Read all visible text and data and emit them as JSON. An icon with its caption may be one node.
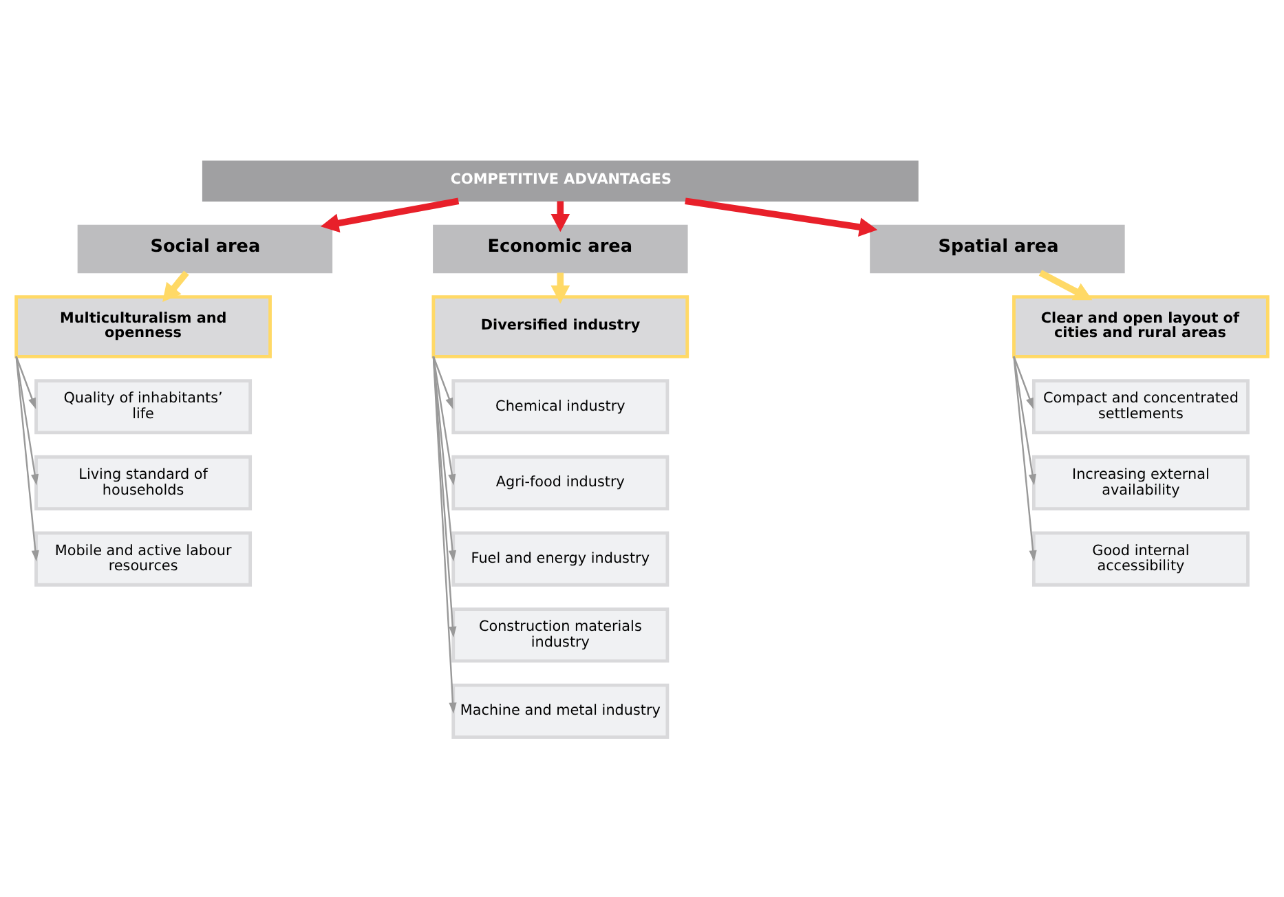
{
  "diagram": {
    "nodes": [
      {
        "text": [
          "COMPETITIVE ADVANTAGES"
        ]
      },
      {
        "text": [
          "Social area"
        ]
      },
      {
        "text": [
          "Economic area"
        ]
      },
      {
        "text": [
          "Spatial area"
        ]
      },
      {
        "text": [
          "Multiculturalism and openness"
        ]
      },
      {
        "text": [
          "Diversified industry"
        ]
      },
      {
        "text": [
          "Clear and open layout of cities and rural areas"
        ]
      },
      {
        "text": [
          "Quality of inhabitants’ life"
        ]
      },
      {
        "text": [
          "Living standard of households"
        ]
      },
      {
        "text": [
          "Mobile and active labour resources"
        ]
      },
      {
        "text": [
          "Chemical industry"
        ]
      },
      {
        "text": [
          "Agri-food industry"
        ]
      },
      {
        "text": [
          "Fuel and energy industry"
        ]
      },
      {
        "text": [
          "Construction materials industry"
        ]
      },
      {
        "text": [
          "Machine and metal industry"
        ]
      },
      {
        "text": [
          "Compact and concentrated settlements"
        ]
      },
      {
        "text": [
          "Increasing external availability"
        ]
      },
      {
        "text": [
          "Good internal accessibility"
        ]
      }
    ],
    "edges": [
      {
        "from": 0,
        "to": 1,
        "arrow": "to",
        "style": "thick",
        "color": "#e8202a"
      },
      {
        "from": 0,
        "to": 2,
        "arrow": "to",
        "style": "thick",
        "color": "#e8202a"
      },
      {
        "from": 0,
        "to": 3,
        "arrow": "to",
        "style": "thick",
        "color": "#e8202a"
      },
      {
        "from": 1,
        "to": 4,
        "arrow": "to",
        "style": "thick",
        "color": "#ffd966"
      },
      {
        "from": 2,
        "to": 5,
        "arrow": "to",
        "style": "thick",
        "color": "#ffd966"
      },
      {
        "from": 3,
        "to": 6,
        "arrow": "to",
        "style": "thick",
        "color": "#ffd966"
      },
      {
        "from": 4,
        "to": 7,
        "arrow": "to"
      },
      {
        "from": 4,
        "to": 8,
        "arrow": "to"
      },
      {
        "from": 4,
        "to": 9,
        "arrow": "to"
      },
      {
        "from": 5,
        "to": 10,
        "arrow": "to"
      },
      {
        "from": 5,
        "to": 11,
        "arrow": "to"
      },
      {
        "from": 5,
        "to": 12,
        "arrow": "to"
      },
      {
        "from": 5,
        "to": 13,
        "arrow": "to"
      },
      {
        "from": 5,
        "to": 14,
        "arrow": "to"
      },
      {
        "from": 6,
        "to": 15,
        "arrow": "to"
      },
      {
        "from": 6,
        "to": 16,
        "arrow": "to"
      },
      {
        "from": 6,
        "to": 17,
        "arrow": "to"
      }
    ]
  }
}
